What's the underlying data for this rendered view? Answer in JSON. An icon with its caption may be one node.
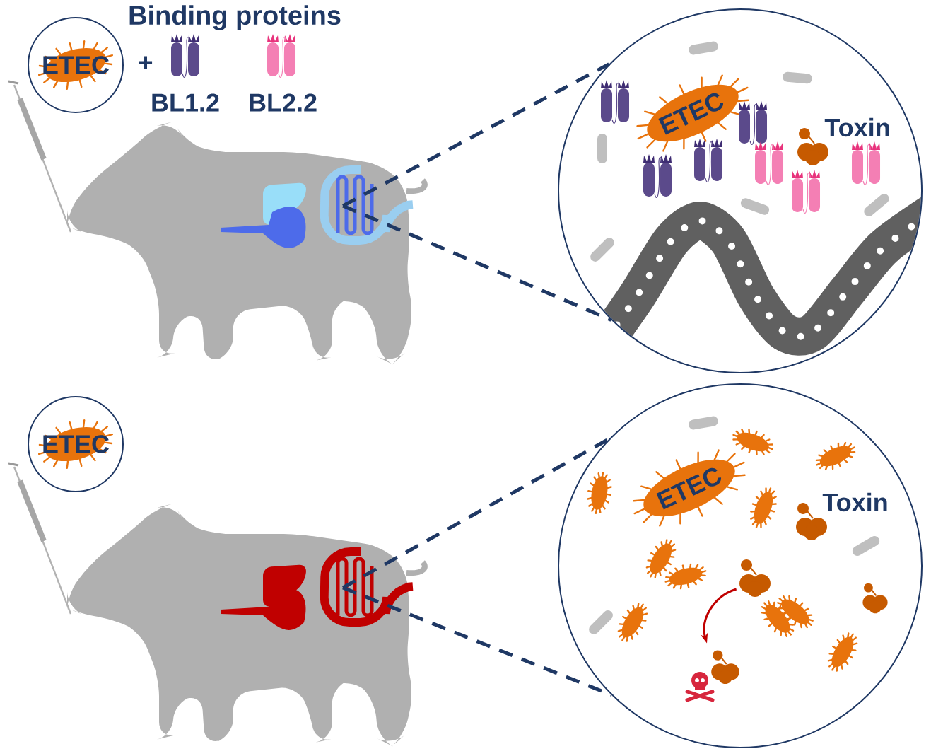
{
  "diagram": {
    "nodes": [
      {
        "text": [
          "ETEC"
        ]
      },
      {
        "text": [],
        "shape": "picture"
      },
      {
        "text": [
          "ETEC",
          "Toxin"
        ]
      },
      {
        "text": [
          "ETEC"
        ]
      },
      {
        "text": [],
        "shape": "picture"
      },
      {
        "text": [
          "ETEC",
          "Toxin"
        ]
      },
      {
        "text": [],
        "shape": "picture",
        "in": 5
      },
      {
        "text": [],
        "shape": "picture",
        "in": 5
      }
    ],
    "edges": [
      {
        "from": 1,
        "to": 2,
        "arrow": "none",
        "style": "dashed"
      },
      {
        "from": 1,
        "to": 2,
        "arrow": "none",
        "style": "dashed"
      },
      {
        "from": 4,
        "to": 5,
        "arrow": "none",
        "style": "dashed"
      },
      {
        "from": 4,
        "to": 5,
        "arrow": "none",
        "style": "dashed"
      },
      {
        "from": 6,
        "to": 7,
        "arrow": "to",
        "color": "#c00000"
      }
    ],
    "labels": [
      "Binding proteins",
      "+",
      "BL1.2",
      "BL2.2"
    ]
  }
}
